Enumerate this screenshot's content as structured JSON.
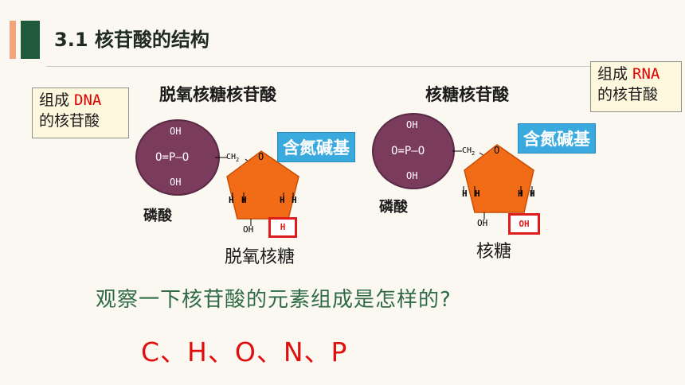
{
  "title": "3.1  核苷酸的结构",
  "dna_label": {
    "prefix": "组成 ",
    "accent": "DNA",
    "line2": "的核苷酸"
  },
  "rna_label": {
    "prefix": "组成 ",
    "accent": "RNA",
    "line2": "的核苷酸"
  },
  "left": {
    "heading": "脱氧核糖核苷酸",
    "phosphate_name": "磷酸",
    "phosphate_top": "OH",
    "phosphate_mid": "O=P—O",
    "phosphate_bottom": "OH",
    "ch2": "CH",
    "ch2_sub": "2",
    "ring_o": "O",
    "h_left_outer": "H",
    "h_left_inner": "H",
    "h_right_inner": "H",
    "h_right_outer": "H",
    "oh_bottom": "OH",
    "highlight": "H",
    "base": "含氮碱基",
    "sugar_name": "脱氧核糖"
  },
  "right": {
    "heading": "核糖核苷酸",
    "phosphate_name": "磷酸",
    "phosphate_top": "OH",
    "phosphate_mid": "O=P—O",
    "phosphate_bottom": "OH",
    "ch2": "CH",
    "ch2_sub": "2",
    "ring_o": "O",
    "h_left_outer": "H",
    "h_left_inner": "H",
    "h_right_inner": "H",
    "h_right_outer": "H",
    "oh_bottom": "OH",
    "highlight": "OH",
    "base": "含氮碱基",
    "sugar_name": "核糖"
  },
  "question": "观察一下核苷酸的元素组成是怎样的?",
  "answer": "C、H、O、N、P",
  "colors": {
    "accent_red": "#e00f0f",
    "title_green": "#1f5a3a",
    "phosphate": "#7a3b5d",
    "sugar": "#f26b16",
    "base": "#3aa9de"
  }
}
